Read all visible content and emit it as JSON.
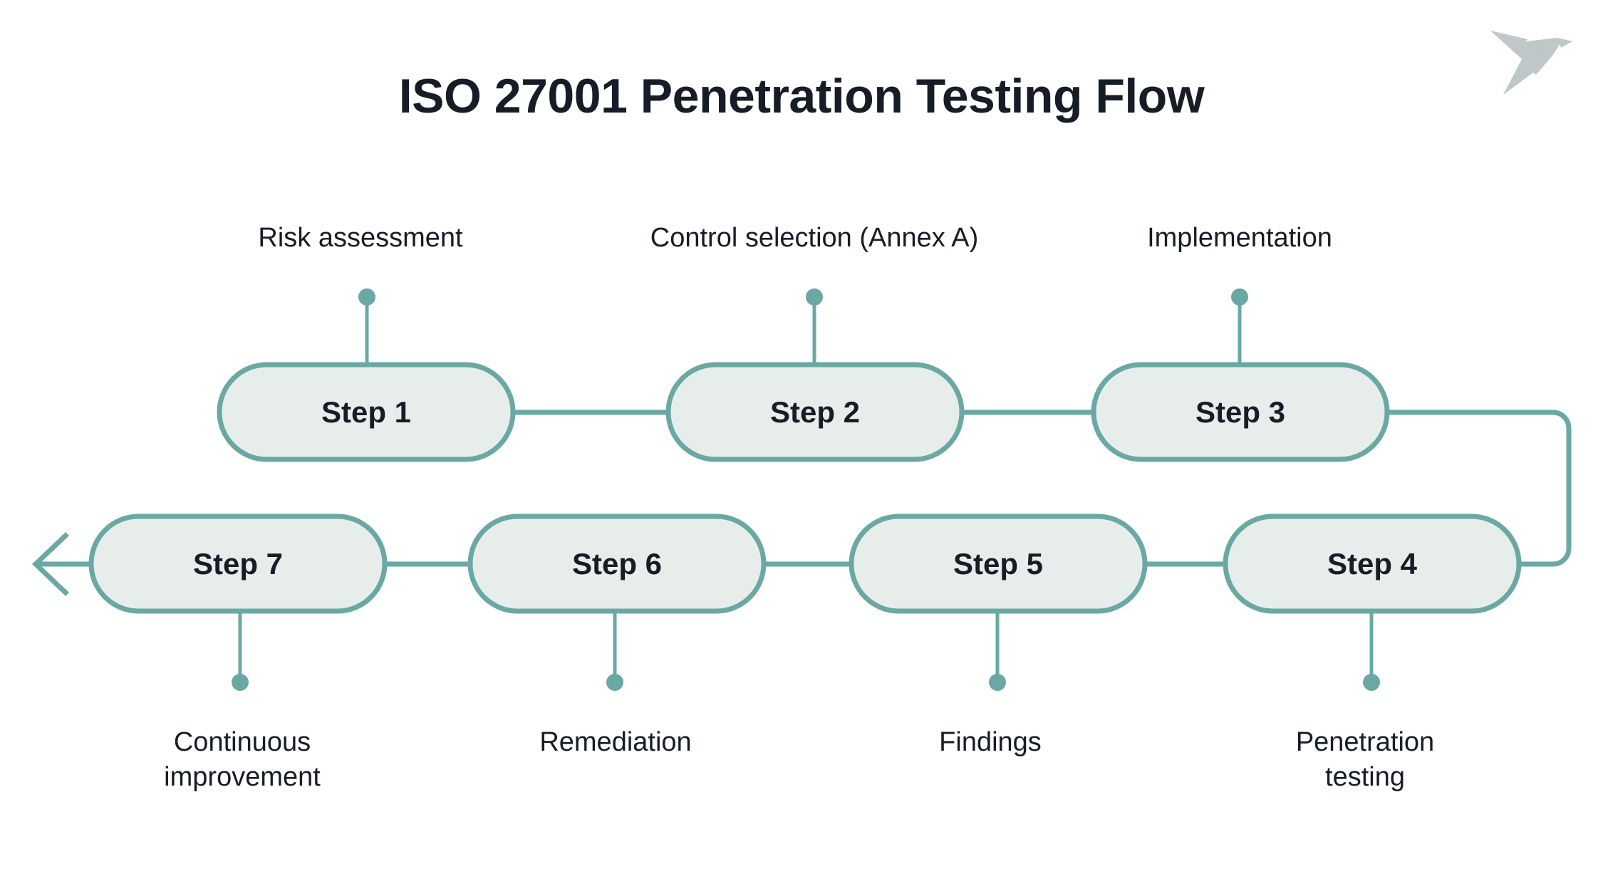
{
  "page": {
    "title": "ISO 27001 Penetration Testing Flow",
    "background_color": "#ffffff",
    "title_color": "#161d26"
  },
  "theme": {
    "accent_color": "#6aa8a4",
    "node_fill_color": "#e7edeb",
    "node_border_color": "#6aa8a4",
    "node_text_color": "#161d26",
    "caption_text_color": "#161d26",
    "logo_color": "#bec8c8"
  },
  "logo": {
    "name": "origami-bird-logo"
  },
  "flow": {
    "nodes": [
      {
        "id": "step-1",
        "label": "Step 1",
        "caption": "Risk assessment",
        "caption_lines": [
          "Risk assessment"
        ],
        "caption_position": "above",
        "row": "top"
      },
      {
        "id": "step-2",
        "label": "Step 2",
        "caption": "Control selection (Annex A)",
        "caption_lines": [
          "Control selection (Annex A)"
        ],
        "caption_position": "above",
        "row": "top"
      },
      {
        "id": "step-3",
        "label": "Step 3",
        "caption": "Implementation",
        "caption_lines": [
          "Implementation"
        ],
        "caption_position": "above",
        "row": "top"
      },
      {
        "id": "step-4",
        "label": "Step 4",
        "caption": "Penetration testing",
        "caption_lines": [
          "Penetration",
          "testing"
        ],
        "caption_position": "below",
        "row": "bottom"
      },
      {
        "id": "step-5",
        "label": "Step 5",
        "caption": "Findings",
        "caption_lines": [
          "Findings"
        ],
        "caption_position": "below",
        "row": "bottom"
      },
      {
        "id": "step-6",
        "label": "Step 6",
        "caption": "Remediation",
        "caption_lines": [
          "Remediation"
        ],
        "caption_position": "below",
        "row": "bottom"
      },
      {
        "id": "step-7",
        "label": "Step 7",
        "caption": "Continuous improvement",
        "caption_lines": [
          "Continuous",
          "improvement"
        ],
        "caption_position": "below",
        "row": "bottom"
      }
    ],
    "captions": {
      "risk_assessment": "Risk assessment",
      "control_selection": "Control selection (Annex A)",
      "implementation": "Implementation",
      "penetration_testing_line1": "Penetration",
      "penetration_testing_line2": "testing",
      "findings": "Findings",
      "remediation": "Remediation",
      "continuous_improvement_line1": "Continuous",
      "continuous_improvement_line2": "improvement"
    },
    "labels": {
      "step1": "Step 1",
      "step2": "Step 2",
      "step3": "Step 3",
      "step4": "Step 4",
      "step5": "Step 5",
      "step6": "Step 6",
      "step7": "Step 7"
    },
    "direction": "serpentine-left-to-right-then-right-to-left",
    "terminal_arrow": "left-arrow-out-of-step-7"
  }
}
